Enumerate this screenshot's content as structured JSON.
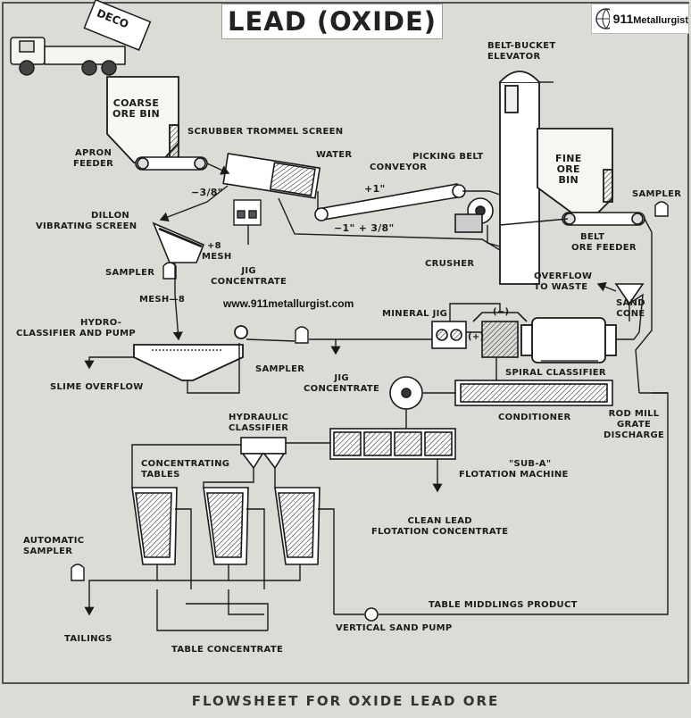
{
  "title": "LEAD (OXIDE)",
  "logo": {
    "brand": "911",
    "suffix": "Metallurgist"
  },
  "website": "www.911metallurgist.com",
  "caption": "FLOWSHEET FOR OXIDE LEAD ORE",
  "truck_text": "DECO",
  "labels": {
    "coarse_ore_bin": [
      "COARSE",
      "ORE BIN"
    ],
    "apron_feeder": [
      "APRON",
      "FEEDER"
    ],
    "scrubber_trommel": "SCRUBBER TROMMEL SCREEN",
    "water": "WATER",
    "picking_belt": [
      "PICKING BELT",
      "CONVEYOR"
    ],
    "belt_bucket": [
      "BELT-BUCKET",
      "ELEVATOR"
    ],
    "fine_ore_bin": [
      "FINE",
      "ORE",
      "BIN"
    ],
    "sampler_top": "SAMPLER",
    "minus_three_eighths_top": "−3/8\"",
    "plus_one": "+1\"",
    "dillon_screen": [
      "DILLON",
      "VIBRATING SCREEN"
    ],
    "minus_one_plus_three_eighths": "−1\" + 3/8\"",
    "belt_ore_feeder": [
      "BELT",
      "ORE FEEDER"
    ],
    "plus_eight_mesh": [
      "+8",
      "MESH"
    ],
    "sampler_left": "SAMPLER",
    "jig_concentrate_top": [
      "JIG",
      "CONCENTRATE"
    ],
    "crusher": "CRUSHER",
    "overflow_to_waste": [
      "OVERFLOW",
      "TO WASTE"
    ],
    "mesh_minus_eight": "MESH—8",
    "sand_cone": [
      "SAND",
      "CONE"
    ],
    "mineral_jig": "MINERAL JIG",
    "jig_minus": "(−)",
    "jig_plus": "(+)",
    "hydroclassifier": [
      "HYDRO-",
      "CLASSIFIER AND PUMP"
    ],
    "sampler_mid": "SAMPLER",
    "spiral_classifier": "SPIRAL CLASSIFIER",
    "slime_overflow": "SLIME OVERFLOW",
    "jig_concentrate_mid": [
      "JIG",
      "CONCENTRATE"
    ],
    "conditioner": "CONDITIONER",
    "rod_mill": [
      "ROD MILL",
      "GRATE",
      "DISCHARGE"
    ],
    "hydraulic_classifier": [
      "HYDRAULIC",
      "CLASSIFIER"
    ],
    "concentrating_tables": [
      "CONCENTRATING",
      "TABLES"
    ],
    "sub_a": [
      "\"SUB-A\"",
      "FLOTATION  MACHINE"
    ],
    "clean_lead": [
      "CLEAN   LEAD",
      "FLOTATION  CONCENTRATE"
    ],
    "automatic_sampler": [
      "AUTOMATIC",
      "SAMPLER"
    ],
    "table_middlings": "TABLE MIDDLINGS PRODUCT",
    "vertical_sand_pump": "VERTICAL SAND PUMP",
    "tailings": "TAILINGS",
    "table_concentrate": "TABLE CONCENTRATE"
  }
}
